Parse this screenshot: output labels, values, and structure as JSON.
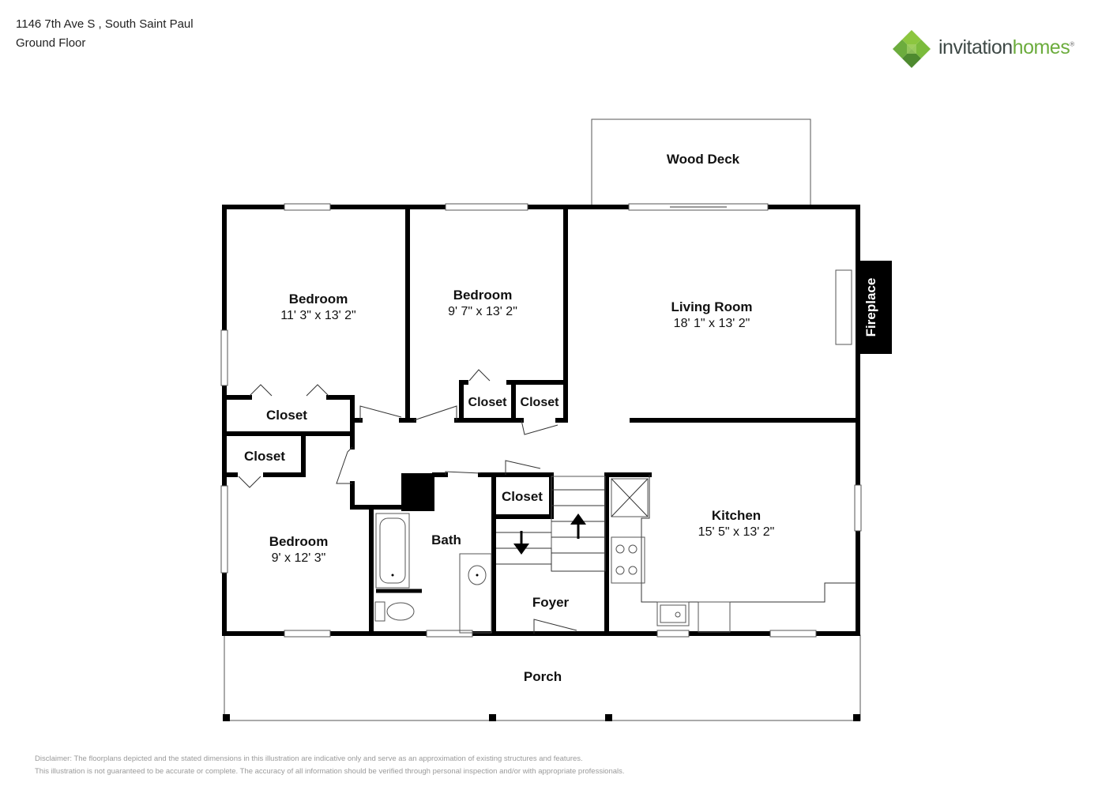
{
  "header": {
    "address": "1146 7th Ave S , South Saint Paul",
    "floor": "Ground Floor"
  },
  "logo": {
    "brand_part1": "invitation",
    "brand_part2": "homes",
    "trademark": "®",
    "colors": {
      "dark": "#3f4a47",
      "green": "#6cac3d",
      "green_light": "#8cc63f",
      "green_dark": "#4e8a2f"
    }
  },
  "rooms": {
    "wood_deck": {
      "name": "Wood Deck"
    },
    "bedroom_1": {
      "name": "Bedroom",
      "dims": "11' 3\" x 13' 2\""
    },
    "bedroom_2": {
      "name": "Bedroom",
      "dims": "9' 7\" x 13' 2\""
    },
    "living_room": {
      "name": "Living Room",
      "dims": "18' 1\" x 13' 2\""
    },
    "fireplace": {
      "name": "Fireplace"
    },
    "closet_1": {
      "name": "Closet"
    },
    "closet_2": {
      "name": "Closet"
    },
    "closet_3": {
      "name": "Closet"
    },
    "closet_4": {
      "name": "Closet"
    },
    "closet_5": {
      "name": "Closet"
    },
    "bedroom_3": {
      "name": "Bedroom",
      "dims": "9' x 12' 3\""
    },
    "bath": {
      "name": "Bath"
    },
    "kitchen": {
      "name": "Kitchen",
      "dims": "15' 5\" x 13' 2\""
    },
    "foyer": {
      "name": "Foyer"
    },
    "porch": {
      "name": "Porch"
    }
  },
  "disclaimer": {
    "line1": "Disclaimer: The floorplans depicted and the stated dimensions in this illustration are indicative only and serve as an approximation of existing structures and features.",
    "line2": "This illustration is not guaranteed to be accurate or complete. The accuracy of all information should be verified through personal inspection and/or with appropriate professionals."
  }
}
